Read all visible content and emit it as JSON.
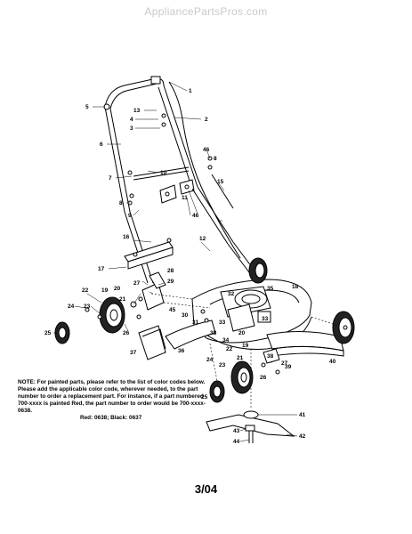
{
  "watermark": "AppliancePartsPros.com",
  "note": {
    "label": "NOTE:",
    "text": "For painted parts, please refer to the list of color codes below. Please add the applicable color code, wherever needed, to the part number to order a replacement part. For instance, if a part numbered 700-xxxx is painted Red, the part number to order would be 700-xxxx-0638.",
    "colors": "Red: 0638; Black: 0637"
  },
  "footer": "3/04",
  "callouts": {
    "c1": "1",
    "c2": "2",
    "c3": "3",
    "c4": "4",
    "c5": "5",
    "c6": "6",
    "c7": "7",
    "c8a": "8",
    "c8b": "8",
    "c9": "9",
    "c10": "10",
    "c11": "11",
    "c12": "12",
    "c13": "13",
    "c15": "15",
    "c16": "16",
    "c17": "17",
    "c18": "18",
    "c19a": "19",
    "c19b": "19",
    "c20a": "20",
    "c20b": "20",
    "c21a": "21",
    "c21b": "21",
    "c22a": "22",
    "c22b": "22",
    "c23a": "23",
    "c23b": "23",
    "c24a": "24",
    "c24b": "24",
    "c25a": "25",
    "c25b": "25",
    "c26a": "26",
    "c26b": "26",
    "c27a": "27",
    "c27b": "27",
    "c28": "28",
    "c29": "29",
    "c30": "30",
    "c31": "31",
    "c32": "32",
    "c33a": "33",
    "c33b": "33",
    "c34": "34",
    "c35": "35",
    "c36": "36",
    "c37": "37",
    "c38a": "38",
    "c38b": "38",
    "c39": "39",
    "c40": "40",
    "c41": "41",
    "c42": "42",
    "c43": "43",
    "c44": "44",
    "c45": "45",
    "c46a": "46",
    "c46b": "46"
  }
}
